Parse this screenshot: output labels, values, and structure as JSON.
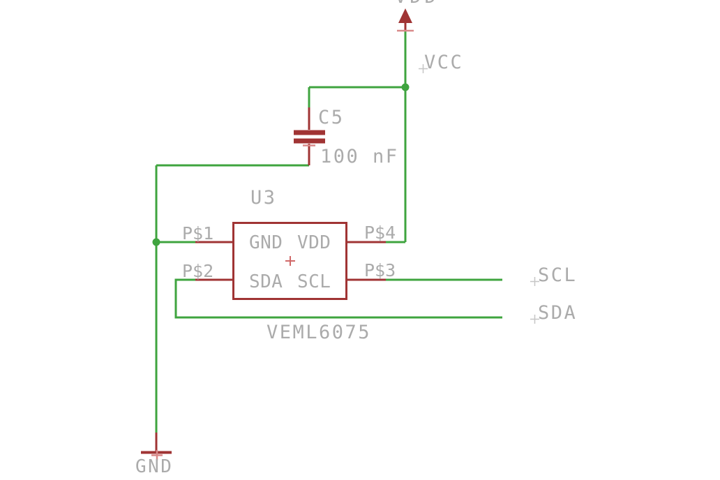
{
  "colors": {
    "background": "#FFFFFF",
    "net": "#3FA43F",
    "symbol": "#A03434",
    "pin_cross": "#D98A8A",
    "ic_cross": "#D06868",
    "origin_cross": "#C6C6C6",
    "text": "#ABABAB"
  },
  "power": {
    "vdd_flag": "VDD",
    "vcc_net": "VCC",
    "gnd_symbol": "GND"
  },
  "capacitor": {
    "designator": "C5",
    "value": "100 nF"
  },
  "ic": {
    "designator": "U3",
    "part": "VEML6075",
    "pads": {
      "gnd": "GND",
      "vdd": "VDD",
      "sda": "SDA",
      "scl": "SCL"
    },
    "pins": {
      "p1": "P$1",
      "p2": "P$2",
      "p3": "P$3",
      "p4": "P$4"
    }
  },
  "nets": {
    "scl": "SCL",
    "sda": "SDA"
  }
}
